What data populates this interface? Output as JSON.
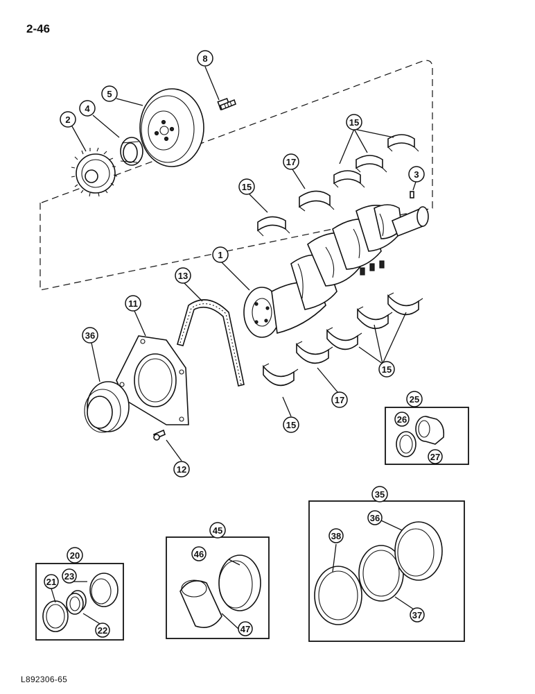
{
  "page": {
    "number": "2-46",
    "reference": "L892306-65"
  },
  "callouts": {
    "c1": "1",
    "c2": "2",
    "c3": "3",
    "c4": "4",
    "c5": "5",
    "c8": "8",
    "c11": "11",
    "c12": "12",
    "c13": "13",
    "c15a": "15",
    "c15b": "15",
    "c15c": "15",
    "c15d": "15",
    "c17a": "17",
    "c17b": "17",
    "c20": "20",
    "c21": "21",
    "c22": "22",
    "c23": "23",
    "c25": "25",
    "c26": "26",
    "c27": "27",
    "c35": "35",
    "c36a": "36",
    "c36b": "36",
    "c37": "37",
    "c38": "38",
    "c45": "45",
    "c46": "46",
    "c47": "47"
  }
}
